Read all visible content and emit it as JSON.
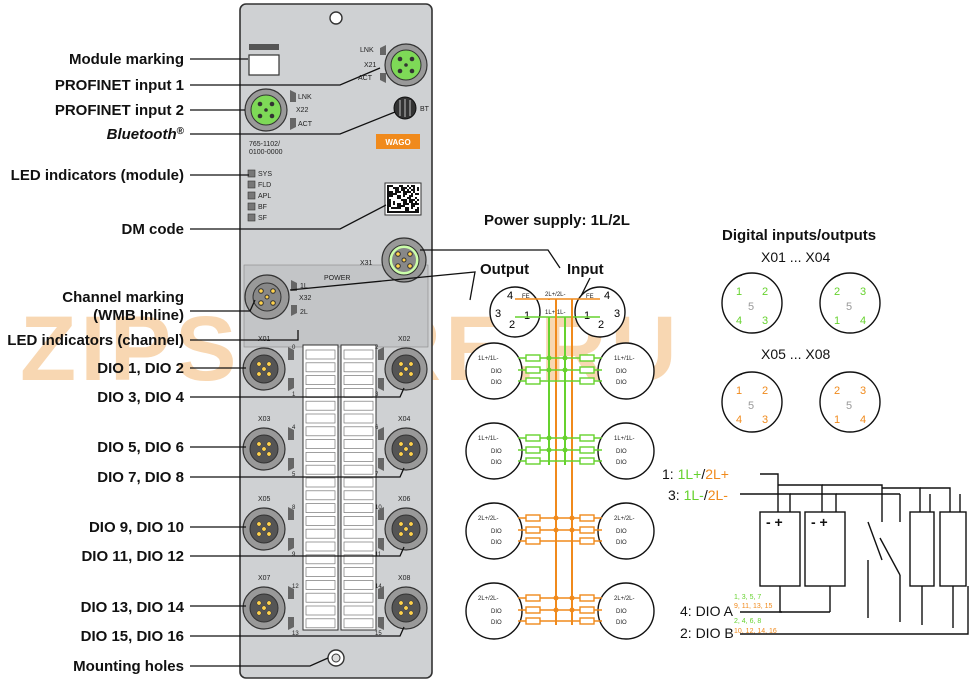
{
  "labels": {
    "module_marking": "Module marking",
    "profinet_1": "PROFINET input 1",
    "profinet_2": "PROFINET input 2",
    "bluetooth": "Bluetooth",
    "bluetooth_reg": "®",
    "led_module": "LED indicators (module)",
    "dm_code": "DM code",
    "channel_marking_1": "Channel marking",
    "channel_marking_2": "(WMB Inline)",
    "led_channel": "LED indicators (channel)",
    "dio_1_2": "DIO 1, DIO 2",
    "dio_3_4": "DIO 3, DIO 4",
    "dio_5_6": "DIO 5, DIO 6",
    "dio_7_8": "DIO 7, DIO 8",
    "dio_9_10": "DIO 9, DIO 10",
    "dio_11_12": "DIO 11, DIO 12",
    "dio_13_14": "DIO 13, DIO 14",
    "dio_15_16": "DIO 15, DIO 16",
    "mounting_holes": "Mounting holes"
  },
  "module": {
    "part_number_1": "765-1102/",
    "part_number_2": "0100-0000",
    "brand": "WAGO",
    "lnk": "LNK",
    "act": "ACT",
    "x21": "X21",
    "x22": "X22",
    "bt": "BT",
    "leds": [
      "SYS",
      "FLD",
      "APL",
      "BF",
      "SF"
    ],
    "x31": "X31",
    "power": "POWER",
    "x32": "X32",
    "l1": "1L",
    "l2": "2L",
    "ports": [
      "X01",
      "X02",
      "X03",
      "X04",
      "X05",
      "X06",
      "X07",
      "X08"
    ],
    "channel_numbers": [
      "0",
      "1",
      "2",
      "3",
      "4",
      "5",
      "6",
      "7",
      "8",
      "9",
      "10",
      "11",
      "12",
      "13",
      "14",
      "15"
    ]
  },
  "power": {
    "title": "Power supply: 1L/2L",
    "output": "Output",
    "input": "Input",
    "pin_fe": "FE",
    "pin_2l": "2L+/2L-",
    "pin_1l": "1L+/1L-",
    "pin_1": "1",
    "pin_2": "2",
    "pin_3": "3",
    "pin_4": "4"
  },
  "channels": {
    "green_header": "1L+/1L-",
    "orange_header": "2L+/2L-",
    "dio": "DIO"
  },
  "dio": {
    "title": "Digital inputs/outputs",
    "group_a": "X01 ... X04",
    "group_b": "X05 ... X08",
    "pin_1": "1",
    "pin_2": "2",
    "pin_3": "3",
    "pin_4": "4",
    "pin_5": "5"
  },
  "wiring": {
    "line1_prefix": "1: ",
    "line1_green": "1L+",
    "line1_sep": "/",
    "line1_orange": "2L+",
    "line3_prefix": "3: ",
    "line3_green": "1L-",
    "line3_sep": "/",
    "line3_orange": "2L-",
    "dio_a": "4: DIO A",
    "dio_b": "2: DIO B",
    "dio_a_green": "1, 3, 5, 7",
    "dio_a_orange": "9, 11, 13, 15",
    "dio_b_green": "2, 4, 6, 8",
    "dio_b_orange": "10, 12, 14, 16",
    "sensor_symbol": "- +"
  },
  "watermark": "ZIPSTORE.RU",
  "colors": {
    "green": "#66d22e",
    "orange": "#f08a1c",
    "housing": "#cfd1d3",
    "connector_green": "#7ed957",
    "dark": "#111111"
  }
}
